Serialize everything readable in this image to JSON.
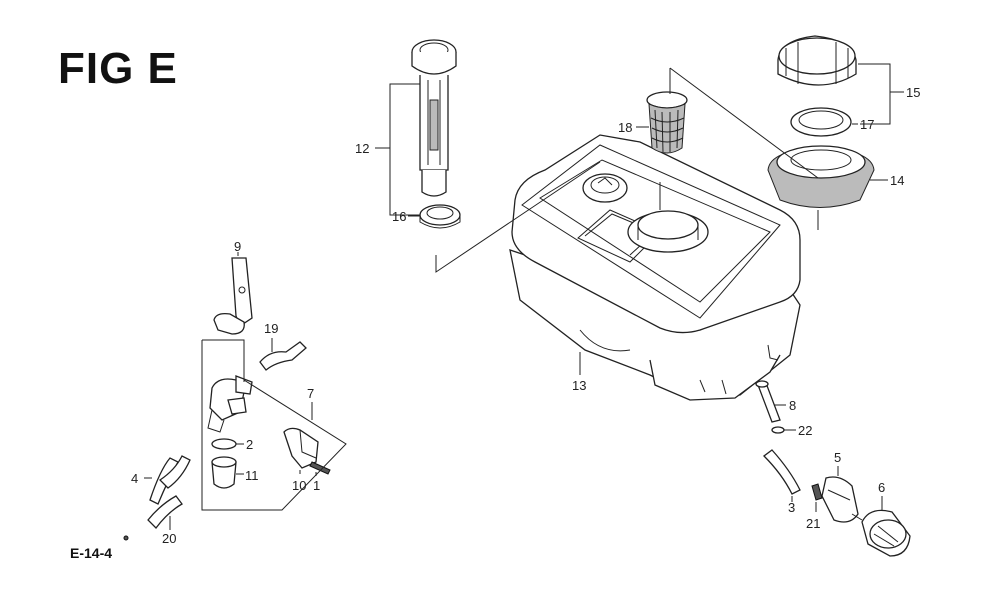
{
  "figure": {
    "title": "FIG E",
    "ref": "E-14-4"
  },
  "callouts": [
    "1",
    "2",
    "3",
    "4",
    "5",
    "6",
    "7",
    "8",
    "9",
    "10",
    "11",
    "12",
    "13",
    "14",
    "15",
    "16",
    "17",
    "18",
    "19",
    "20",
    "21",
    "22"
  ]
}
